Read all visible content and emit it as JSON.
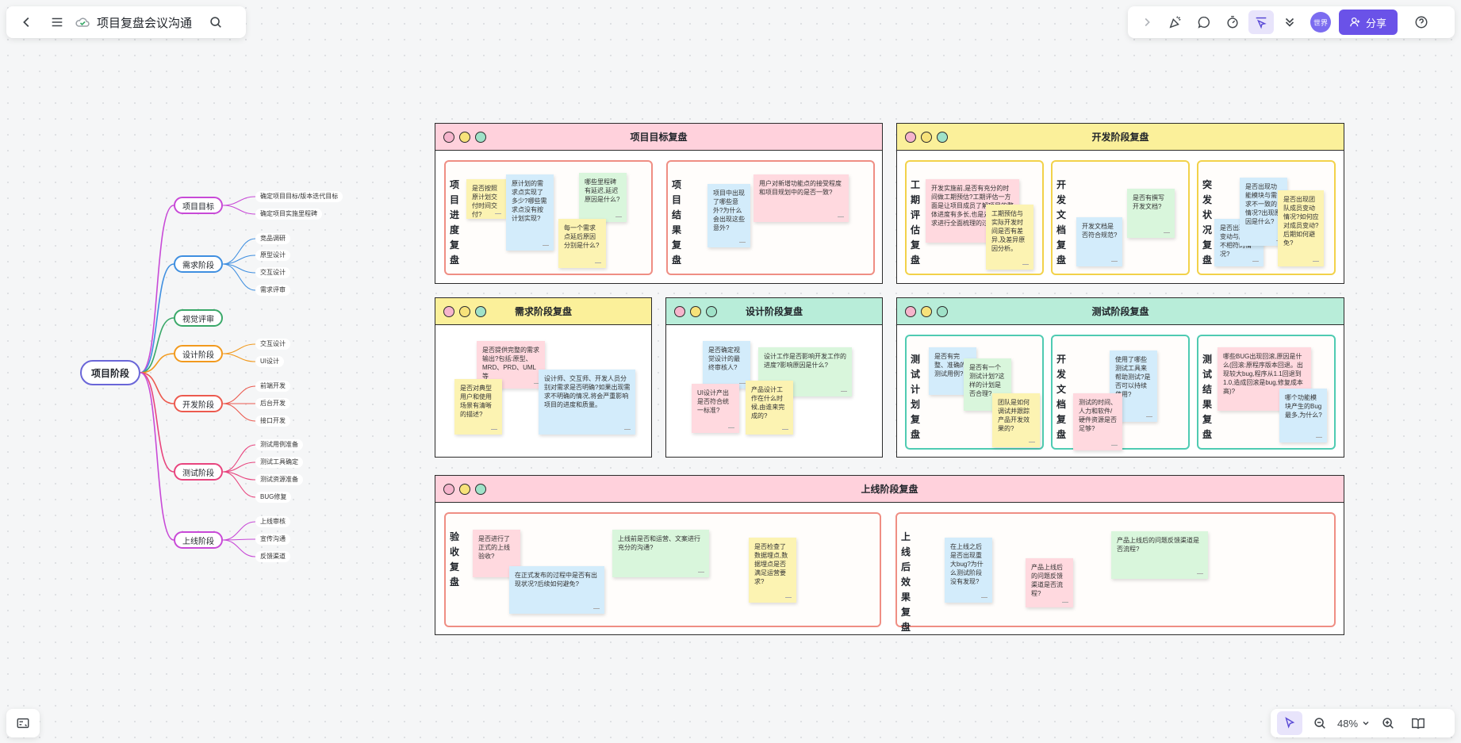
{
  "toolbar": {
    "doc_title": "项目复盘会议沟通",
    "avatar_label": "世界",
    "share_label": "分享",
    "zoom_level": "48%"
  },
  "mindmap": {
    "root": "项目阶段",
    "branches": [
      {
        "label": "项目目标",
        "color": "#c84ad7",
        "leaves": [
          "确定项目目标/版本迭代目标",
          "确定项目实施里程碑"
        ]
      },
      {
        "label": "需求阶段",
        "color": "#3f8fe0",
        "leaves": [
          "竞品调研",
          "原型设计",
          "交互设计",
          "需求评审"
        ]
      },
      {
        "label": "视觉评审",
        "color": "#3aa869",
        "leaves": []
      },
      {
        "label": "设计阶段",
        "color": "#f29a1e",
        "leaves": [
          "交互设计",
          "UI设计"
        ]
      },
      {
        "label": "开发阶段",
        "color": "#ec5a4f",
        "leaves": [
          "前端开发",
          "后台开发",
          "接口开发"
        ]
      },
      {
        "label": "测试阶段",
        "color": "#e8447e",
        "leaves": [
          "测试用例准备",
          "测试工具确定",
          "测试资源准备",
          "BUG修复"
        ]
      },
      {
        "label": "上线阶段",
        "color": "#c84ad7",
        "leaves": [
          "上线审核",
          "宣传沟通",
          "反馈渠道"
        ]
      }
    ]
  },
  "frames": [
    {
      "title": "项目目标复盘",
      "head": "#ffd1dc",
      "subs": [
        {
          "label": "项目进度复盘",
          "border": "#ef8e84",
          "stickies": [
            {
              "c": "yellow",
              "t": "是否按照原计划交付时间交付?"
            },
            {
              "c": "blue",
              "t": "原计划的需求点实现了多少?哪些需求点没有按计划实现?"
            },
            {
              "c": "green",
              "t": "哪些里程碑有延迟,延迟原因是什么?"
            },
            {
              "c": "yellow",
              "t": "每一个需求点延后原因分别是什么?"
            }
          ]
        },
        {
          "label": "项目结果复盘",
          "border": "#ef8e84",
          "stickies": [
            {
              "c": "blue",
              "t": "项目中出现了哪些意外?为什么会出现这些意外?"
            },
            {
              "c": "pink",
              "t": "用户对新增功能点的接受程度和项目规划中的是否一致?"
            }
          ]
        }
      ]
    },
    {
      "title": "开发阶段复盘",
      "head": "#fbf09a",
      "subs": [
        {
          "label": "工期评估复盘",
          "border": "#f2d24a",
          "stickies": [
            {
              "c": "pink",
              "t": "开发实施前,是否有充分的时间做工期预估?工期评估一方面是让项目成员了解项目的整体进度有多长,也是对项目需求进行全面梳理的过程。"
            },
            {
              "c": "yellow",
              "t": "工期预估与实际开发时间是否有差异,及差异原因分析。"
            }
          ]
        },
        {
          "label": "开发文档复盘",
          "border": "#f2d24a",
          "stickies": [
            {
              "c": "blue",
              "t": "开发文档是否符合规范?"
            },
            {
              "c": "green",
              "t": "是否有撰写开发文档?"
            }
          ]
        },
        {
          "label": "突发状况复盘",
          "border": "#f2d24a",
          "stickies": [
            {
              "c": "blue",
              "t": "是否出现需求变动与原计划不相符的情况?"
            },
            {
              "c": "blue",
              "t": "是否出现功能模块与需求不一致的情况?出现原因是什么?"
            },
            {
              "c": "yellow",
              "t": "是否出现团队成员变动情况?如何应对成员变动?后期如何避免?"
            }
          ]
        }
      ]
    },
    {
      "title": "需求阶段复盘",
      "head": "#fbf09a",
      "stickies": [
        {
          "c": "pink",
          "t": "是否提供完整的需求输出?包括:原型、MRD、PRD、UML等"
        },
        {
          "c": "yellow",
          "t": "是否对典型用户和使用场景有清晰的描述?"
        },
        {
          "c": "blue",
          "t": "设计师、交互师、开发人员分别对需求是否明确?如果出现需求不明确的情况,将会严重影响项目的进度和质量。"
        }
      ]
    },
    {
      "title": "设计阶段复盘",
      "head": "#b8edd9",
      "stickies": [
        {
          "c": "blue",
          "t": "是否确定视觉设计的最终审核人?"
        },
        {
          "c": "green",
          "t": "设计工作是否影响开发工作的进度?影响原因是什么?"
        },
        {
          "c": "pink",
          "t": "UI设计产出是否符合统一标准?"
        },
        {
          "c": "yellow",
          "t": "产品设计工作在什么时候,由谁来完成的?"
        }
      ]
    },
    {
      "title": "测试阶段复盘",
      "head": "#b8edd9",
      "subs": [
        {
          "label": "测试计划复盘",
          "border": "#4fcbb2",
          "stickies": [
            {
              "c": "blue",
              "t": "是否有完整、准确的测试用例?"
            },
            {
              "c": "green",
              "t": "是否有一个测试计划?这样的计划是否合理?"
            },
            {
              "c": "yellow",
              "t": "团队是如何调试并跟踪产品开发效果的?"
            }
          ]
        },
        {
          "label": "开发文档复盘",
          "border": "#4fcbb2",
          "stickies": [
            {
              "c": "blue",
              "t": "使用了哪些测试工具来帮助测试?是否可以持续使用?"
            },
            {
              "c": "pink",
              "t": "测试的时间、人力和软件/硬件资源是否足够?"
            }
          ]
        },
        {
          "label": "测试结果复盘",
          "border": "#4fcbb2",
          "stickies": [
            {
              "c": "pink",
              "t": "哪些BUG出现回滚,原因是什么(回滚:原程序版本回退。出现较大bug,程序从1.1回退到1.0,造成回滚是bug,修复成本高)?"
            },
            {
              "c": "blue",
              "t": "哪个功能模块产生的Bug最多,为什么?"
            }
          ]
        }
      ]
    },
    {
      "title": "上线阶段复盘",
      "head": "#ffd1dc",
      "subs": [
        {
          "label": "验收复盘",
          "border": "#ef8e84",
          "stickies": [
            {
              "c": "pink",
              "t": "是否进行了正式的上线验收?"
            },
            {
              "c": "blue",
              "t": "在正式发布的过程中是否有出现状况?后续如何避免?"
            },
            {
              "c": "green",
              "t": "上线前是否和运营、文案进行充分的沟通?"
            },
            {
              "c": "yellow",
              "t": "是否检查了数据埋点,数据埋点是否满足运营要求?"
            }
          ]
        },
        {
          "label": "上线后效果复盘",
          "border": "#ef8e84",
          "stickies": [
            {
              "c": "blue",
              "t": "在上线之后是否出现重大bug?为什么测试阶段没有发现?"
            },
            {
              "c": "pink",
              "t": "产品上线后的问题反馈渠道是否流程?"
            },
            {
              "c": "green",
              "t": "产品上线后的问题反馈渠道是否流程?"
            }
          ]
        }
      ]
    }
  ]
}
